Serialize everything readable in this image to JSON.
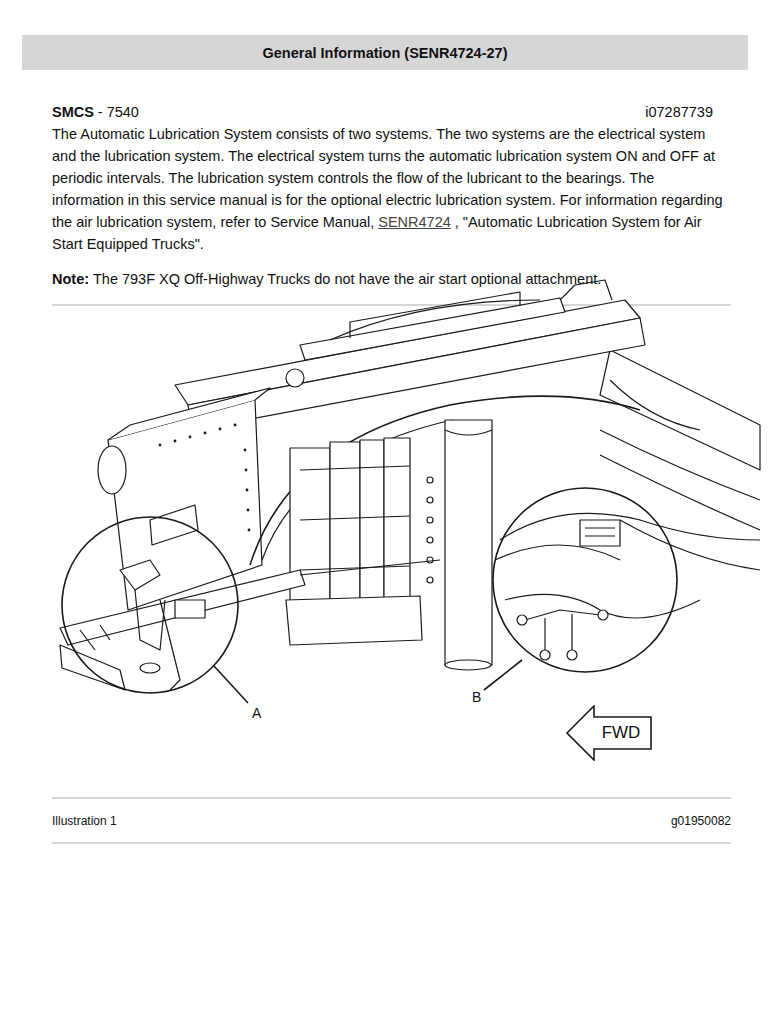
{
  "diagram": {
    "title": "General Information (SENR4724-27)",
    "nodes": [
      {
        "text": [
          "FWD"
        ]
      }
    ],
    "labels": [
      "SMCS",
      "- 7540",
      "i07287739",
      "The Automatic Lubrication System consists of two systems. The two systems are the electrical system and the lubrication system. The electrical system turns the automatic lubrication system ON and OFF at periodic intervals. The lubrication system controls the flow of the lubricant to the bearings. The information in this service manual is for the optional electric lubrication system. For information regarding the air lubrication system, refer to Service Manual,",
      "SENR4724",
      ", \"Automatic Lubrication System for Air Start Equipped Trucks\".",
      "Note:",
      "The 793F XQ Off-Highway Trucks do not have the air start optional attachment.",
      "A",
      "B",
      "Illustration 1",
      "g01950082"
    ]
  }
}
